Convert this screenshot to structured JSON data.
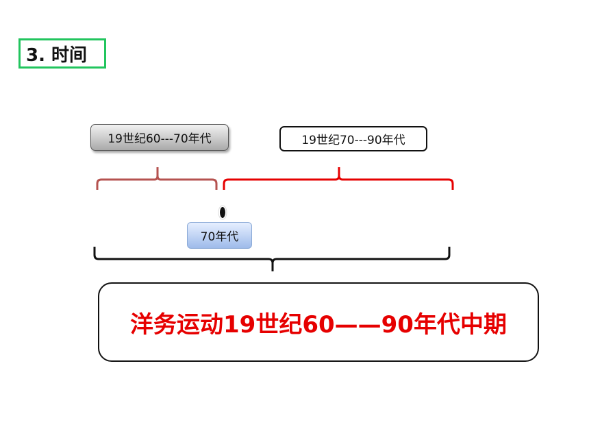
{
  "title": "3. 时间",
  "period_early": "19世纪60---70年代",
  "period_late": "19世纪70---90年代",
  "midpoint": "70年代",
  "summary": "洋务运动19世纪60——90年代中期",
  "colors": {
    "title_border": "#22c55e",
    "early_brace": "#b5524f",
    "late_brace": "#e60000",
    "summary_text": "#e60000",
    "overall_brace": "#111111"
  }
}
